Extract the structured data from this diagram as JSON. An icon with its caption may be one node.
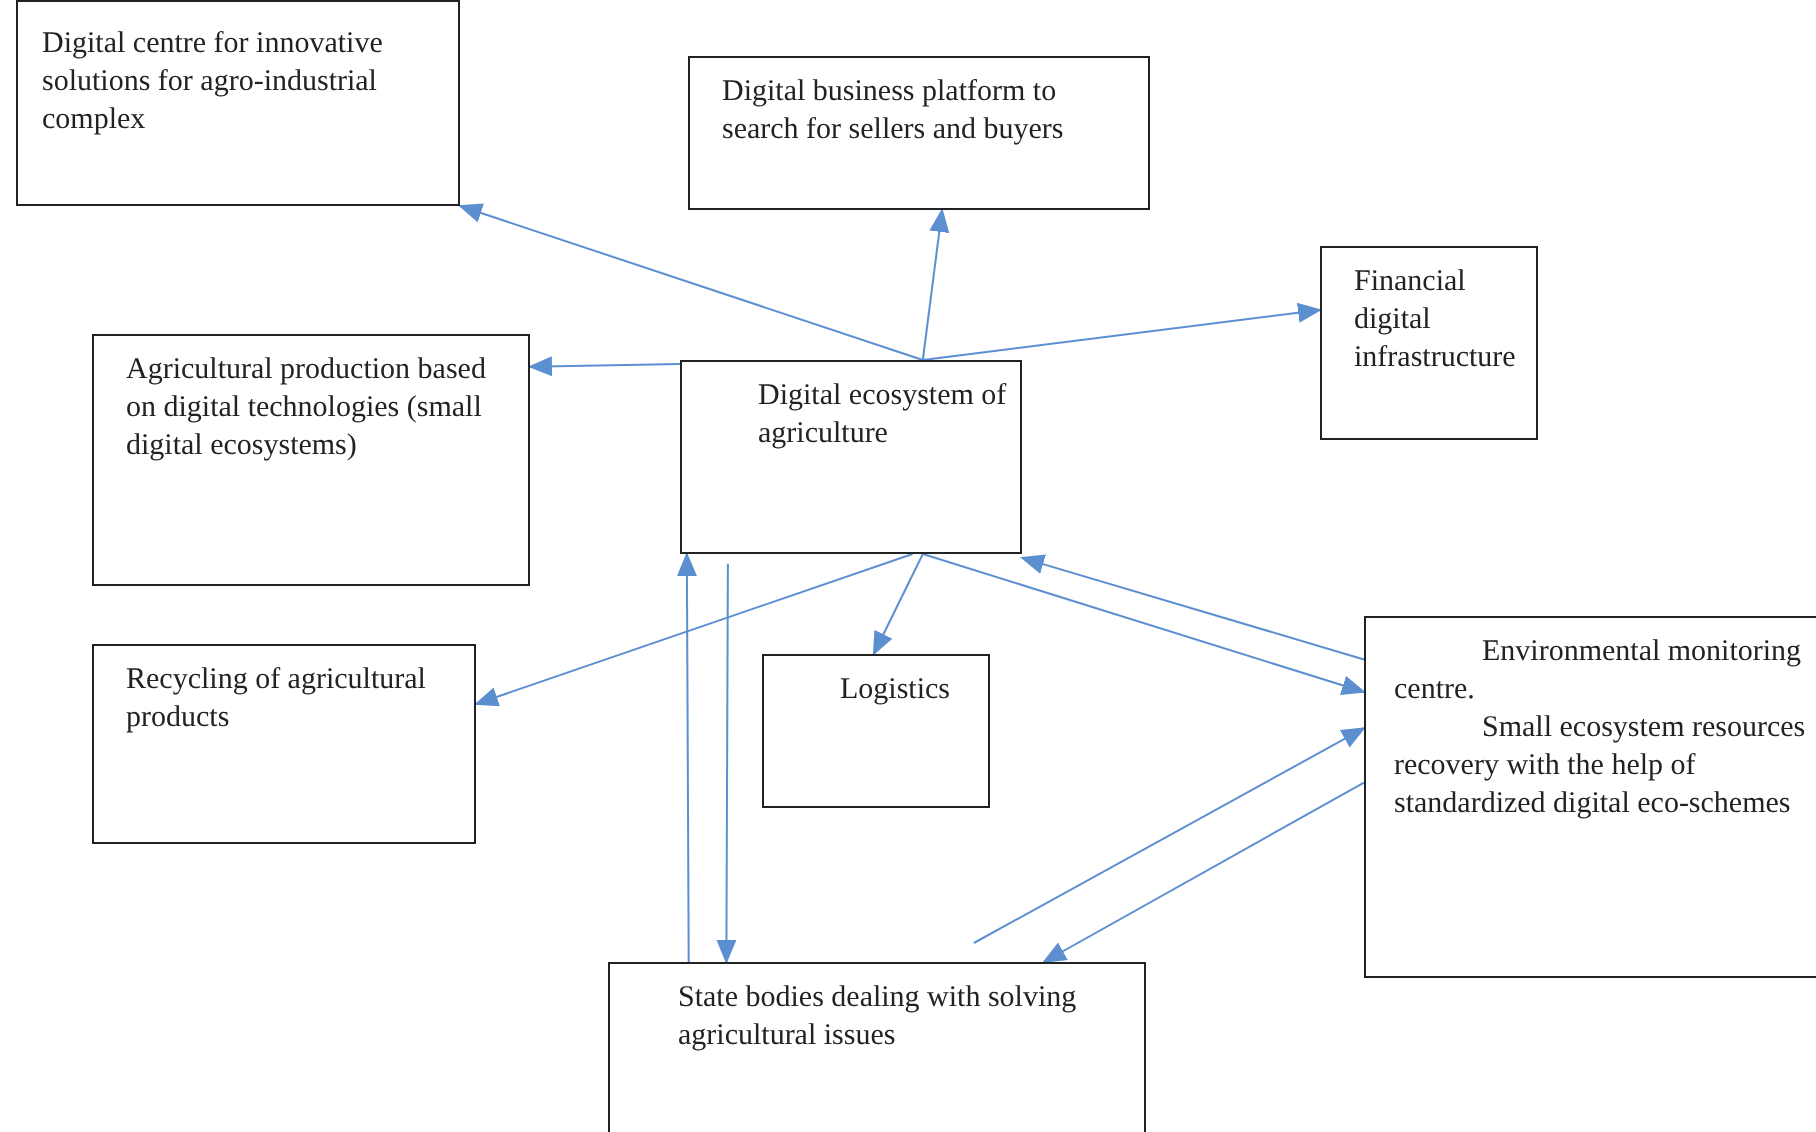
{
  "diagram": {
    "nodes": [
      {
        "text": [
          "Digital centre for innovative solutions for agro-industrial complex"
        ]
      },
      {
        "text": [
          "Digital business platform to search for sellers and buyers"
        ]
      },
      {
        "text": [
          "Financial digital infrastructure"
        ]
      },
      {
        "text": [
          "Agricultural production based on digital technologies (small digital ecosystems)"
        ]
      },
      {
        "text": [
          "Digital ecosystem of agriculture"
        ]
      },
      {
        "text": [
          "Recycling of agricultural products"
        ]
      },
      {
        "text": [
          "Logistics"
        ]
      },
      {
        "text": [
          "Environmental monitoring centre.",
          "Small ecosystem resources recovery with the help of standardized digital eco-schemes"
        ]
      },
      {
        "text": [
          "State bodies dealing with solving agricultural issues"
        ]
      }
    ],
    "edges": [
      {
        "from": 4,
        "to": 0,
        "arrow": "to"
      },
      {
        "from": 4,
        "to": 1,
        "arrow": "to"
      },
      {
        "from": 4,
        "to": 2,
        "arrow": "to"
      },
      {
        "from": 4,
        "to": 3,
        "arrow": "to"
      },
      {
        "from": 4,
        "to": 5,
        "arrow": "to"
      },
      {
        "from": 4,
        "to": 6,
        "arrow": "to"
      },
      {
        "from": 4,
        "to": 7,
        "arrow": "to"
      },
      {
        "from": 7,
        "to": 4,
        "arrow": "to"
      },
      {
        "from": 8,
        "to": 4,
        "arrow": "to"
      },
      {
        "from": 4,
        "to": 8,
        "arrow": "to"
      },
      {
        "from": 8,
        "to": 7,
        "arrow": "to"
      },
      {
        "from": 7,
        "to": 8,
        "arrow": "to"
      }
    ]
  }
}
